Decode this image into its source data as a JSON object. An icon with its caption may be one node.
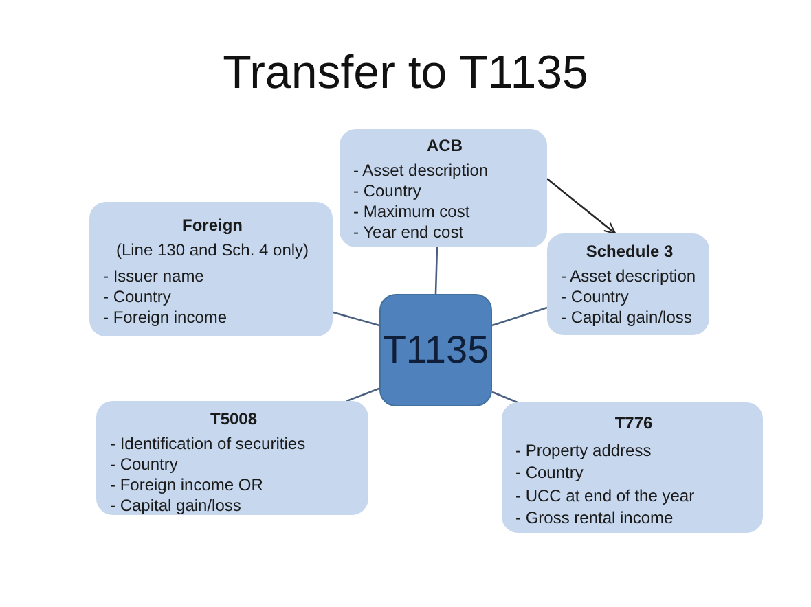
{
  "diagram": {
    "title": "Transfer to T1135",
    "nodes": [
      {
        "text": [
          "ACB",
          "- Asset description",
          "- Country",
          "- Maximum cost",
          "- Year end cost"
        ]
      },
      {
        "text": [
          "Foreign",
          "(Line 130 and Sch. 4 only)",
          "- Issuer name",
          "- Country",
          "- Foreign income"
        ]
      },
      {
        "text": [
          "Schedule 3",
          "- Asset description",
          "- Country",
          "- Capital gain/loss"
        ]
      },
      {
        "text": [
          "T1135"
        ]
      },
      {
        "text": [
          "T5008",
          "- Identification of securities",
          "- Country",
          "- Foreign income OR",
          "- Capital gain/loss"
        ]
      },
      {
        "text": [
          "T776",
          "- Property address",
          "- Country",
          "- UCC at end of the year",
          "- Gross rental income"
        ]
      }
    ],
    "edges": [
      {
        "from": 3,
        "to": 0,
        "arrow": "none"
      },
      {
        "from": 3,
        "to": 1,
        "arrow": "none"
      },
      {
        "from": 3,
        "to": 2,
        "arrow": "none"
      },
      {
        "from": 3,
        "to": 4,
        "arrow": "none"
      },
      {
        "from": 3,
        "to": 5,
        "arrow": "none"
      },
      {
        "from": 0,
        "to": 2,
        "arrow": "to",
        "color": "#262626"
      }
    ]
  }
}
